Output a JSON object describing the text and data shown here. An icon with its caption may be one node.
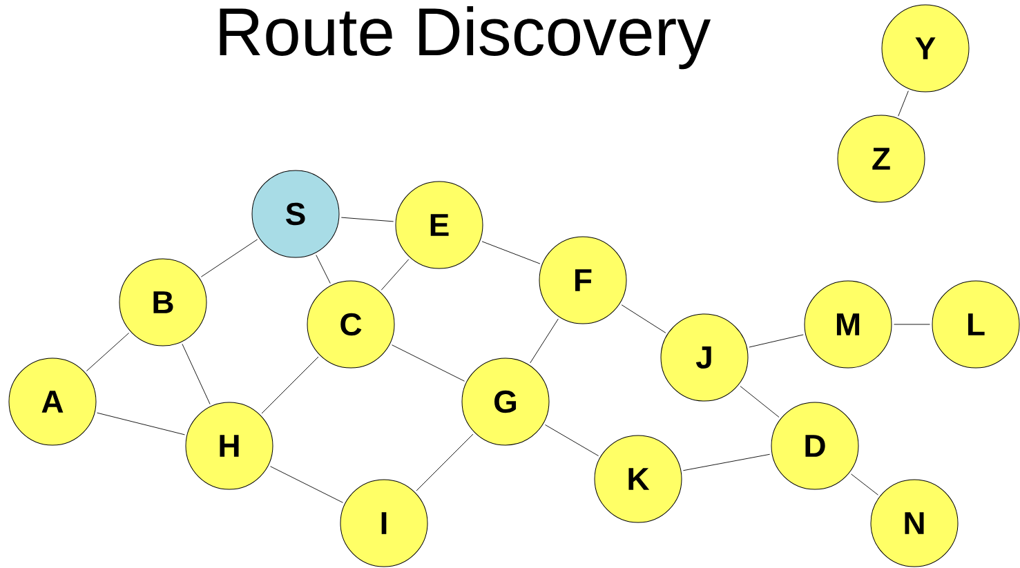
{
  "diagram": {
    "title": "Route Discovery",
    "nodes": [
      {
        "text": [
          "Y"
        ]
      },
      {
        "text": [
          "Z"
        ]
      },
      {
        "text": [
          "S"
        ]
      },
      {
        "text": [
          "E"
        ]
      },
      {
        "text": [
          "B"
        ]
      },
      {
        "text": [
          "C"
        ]
      },
      {
        "text": [
          "F"
        ]
      },
      {
        "text": [
          "A"
        ]
      },
      {
        "text": [
          "J"
        ]
      },
      {
        "text": [
          "M"
        ]
      },
      {
        "text": [
          "L"
        ]
      },
      {
        "text": [
          "G"
        ]
      },
      {
        "text": [
          "H"
        ]
      },
      {
        "text": [
          "D"
        ]
      },
      {
        "text": [
          "K"
        ]
      },
      {
        "text": [
          "I"
        ]
      },
      {
        "text": [
          "N"
        ]
      }
    ],
    "edges": [
      {
        "from": 0,
        "to": 1,
        "arrow": "none"
      },
      {
        "from": 2,
        "to": 3,
        "arrow": "none"
      },
      {
        "from": 2,
        "to": 4,
        "arrow": "none"
      },
      {
        "from": 2,
        "to": 5,
        "arrow": "none"
      },
      {
        "from": 3,
        "to": 5,
        "arrow": "none"
      },
      {
        "from": 3,
        "to": 6,
        "arrow": "none"
      },
      {
        "from": 4,
        "to": 7,
        "arrow": "none"
      },
      {
        "from": 4,
        "to": 12,
        "arrow": "none"
      },
      {
        "from": 7,
        "to": 12,
        "arrow": "none"
      },
      {
        "from": 5,
        "to": 12,
        "arrow": "none"
      },
      {
        "from": 5,
        "to": 11,
        "arrow": "none"
      },
      {
        "from": 6,
        "to": 11,
        "arrow": "none"
      },
      {
        "from": 6,
        "to": 8,
        "arrow": "none"
      },
      {
        "from": 8,
        "to": 9,
        "arrow": "none"
      },
      {
        "from": 9,
        "to": 10,
        "arrow": "none"
      },
      {
        "from": 8,
        "to": 13,
        "arrow": "none"
      },
      {
        "from": 12,
        "to": 15,
        "arrow": "none"
      },
      {
        "from": 11,
        "to": 15,
        "arrow": "none"
      },
      {
        "from": 11,
        "to": 14,
        "arrow": "none"
      },
      {
        "from": 14,
        "to": 13,
        "arrow": "none"
      },
      {
        "from": 13,
        "to": 16,
        "arrow": "none"
      }
    ]
  }
}
